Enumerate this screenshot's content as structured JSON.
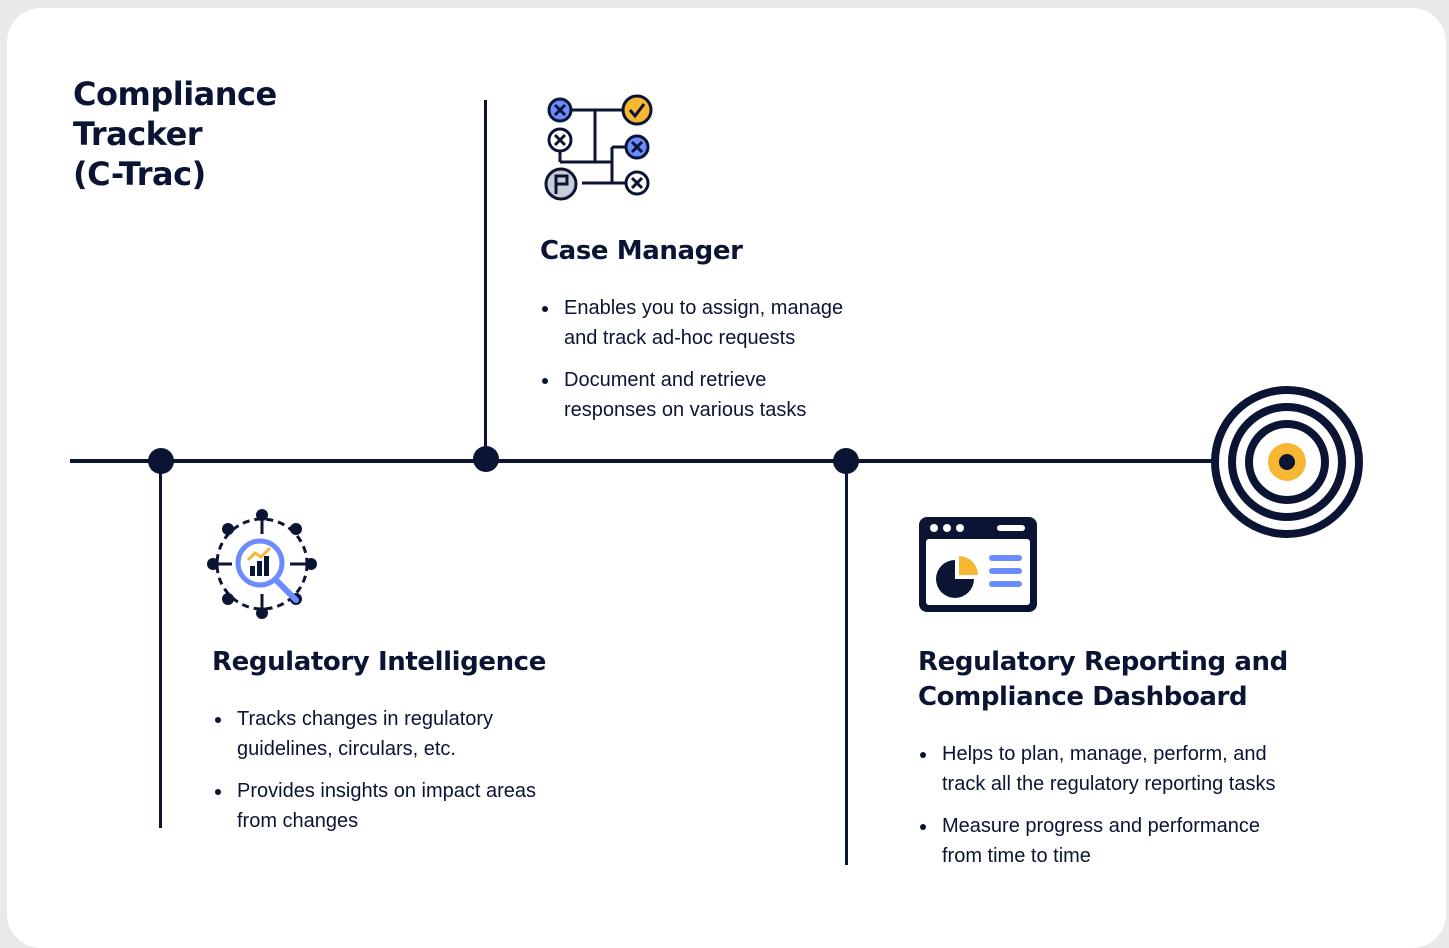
{
  "colors": {
    "navy": "#0b1533",
    "accent_yellow": "#f7b733",
    "accent_blue": "#6b8cff",
    "card_bg": "#ffffff",
    "page_bg": "#e9e9e9"
  },
  "title": {
    "lines": [
      "Compliance",
      "Tracker",
      "(C-Trac)"
    ]
  },
  "sections": {
    "case_manager": {
      "icon": "workflow-icon",
      "heading": "Case Manager",
      "bullets": [
        [
          "Enables you to assign, manage",
          "and track ad-hoc requests"
        ],
        [
          "Document and retrieve",
          "responses on various tasks"
        ]
      ]
    },
    "regulatory_intelligence": {
      "icon": "network-analytics-icon",
      "heading": "Regulatory Intelligence",
      "bullets": [
        [
          "Tracks changes in regulatory",
          "guidelines, circulars, etc."
        ],
        [
          "Provides insights on impact areas",
          "from changes"
        ]
      ]
    },
    "reporting_dashboard": {
      "icon": "dashboard-icon",
      "heading_lines": [
        "Regulatory Reporting and",
        "Compliance Dashboard"
      ],
      "bullets": [
        [
          "Helps to plan, manage, perform, and",
          "track all the regulatory reporting tasks"
        ],
        [
          "Measure progress and performance",
          "from time to time"
        ]
      ]
    }
  },
  "goal": {
    "icon": "target-icon"
  }
}
